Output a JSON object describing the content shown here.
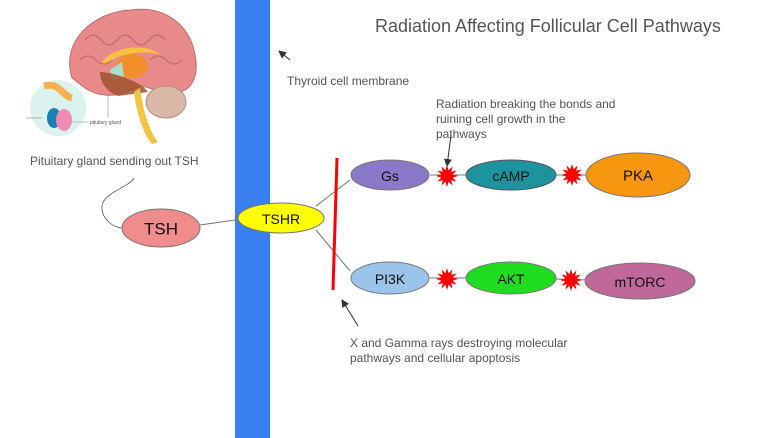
{
  "title": "Radiation Affecting Follicular Cell Pathways",
  "annotations": {
    "membrane": "Thyroid cell membrane",
    "pituitary": "Pituitary gland sending out TSH",
    "pituitary_inset_label": "pituitary gland",
    "bonds_line1": "Radiation breaking the bonds and",
    "bonds_line2": "ruining cell growth in the",
    "bonds_line3": "pathways",
    "rays_line1": "X and Gamma rays destroying molecular",
    "rays_line2": "pathways and cellular apoptosis"
  },
  "nodes": {
    "tsh": {
      "label": "TSH",
      "color": "#f08c8c"
    },
    "tshr": {
      "label": "TSHR",
      "color": "#ffff00"
    },
    "gs": {
      "label": "Gs",
      "color": "#8a78c8"
    },
    "camp": {
      "label": "cAMP",
      "color": "#1d93a0"
    },
    "pka": {
      "label": "PKA",
      "color": "#f7960f"
    },
    "pi3k": {
      "label": "PI3K",
      "color": "#9cc4ea"
    },
    "akt": {
      "label": "AKT",
      "color": "#1fdc1f"
    },
    "mtorc": {
      "label": "mTORC",
      "color": "#c0689a"
    }
  },
  "colors": {
    "membrane": "#3a7ff0",
    "radiation_line": "#ff0000",
    "burst": "#ff0000"
  }
}
